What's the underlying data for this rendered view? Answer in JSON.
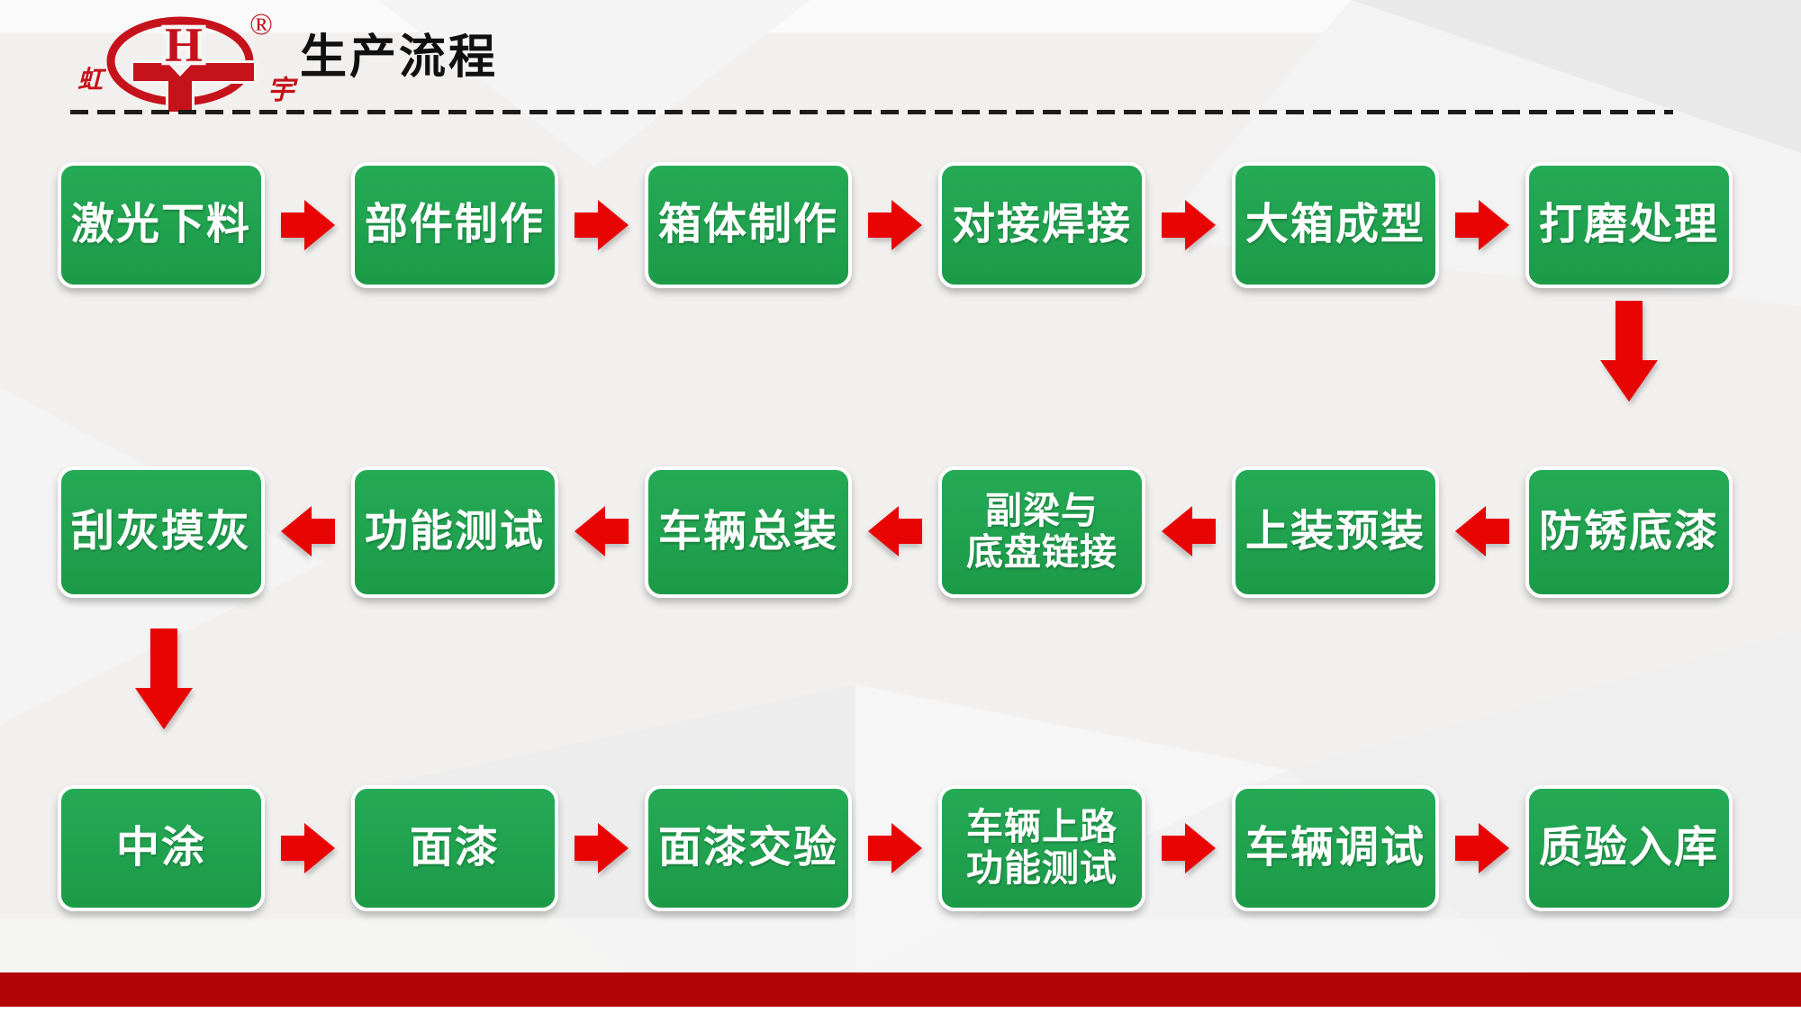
{
  "slide": {
    "title": "生产流程",
    "logo": {
      "monogram_h": "H",
      "registered_mark": "®",
      "left_char": "虹",
      "right_char": "宇"
    },
    "colors": {
      "box_green": "#1fa24e",
      "arrow_red": "#e90404",
      "logo_red": "#c5121b",
      "footer_red": "#b30406",
      "divider_black": "#1c1c1c",
      "background_gray": "#f1f0ef"
    },
    "rows": [
      {
        "direction": "left_to_right",
        "boxes": [
          {
            "lines": [
              "激光下料"
            ]
          },
          {
            "lines": [
              "部件制作"
            ]
          },
          {
            "lines": [
              "箱体制作"
            ]
          },
          {
            "lines": [
              "对接焊接"
            ]
          },
          {
            "lines": [
              "大箱成型"
            ]
          },
          {
            "lines": [
              "打磨处理"
            ]
          }
        ]
      },
      {
        "direction": "right_to_left",
        "boxes": [
          {
            "lines": [
              "刮灰摸灰"
            ]
          },
          {
            "lines": [
              "功能测试"
            ]
          },
          {
            "lines": [
              "车辆总装"
            ]
          },
          {
            "lines": [
              "副梁与",
              "底盘链接"
            ]
          },
          {
            "lines": [
              "上装预装"
            ]
          },
          {
            "lines": [
              "防锈底漆"
            ]
          }
        ]
      },
      {
        "direction": "left_to_right",
        "boxes": [
          {
            "lines": [
              "中涂"
            ]
          },
          {
            "lines": [
              "面漆"
            ]
          },
          {
            "lines": [
              "面漆交验"
            ]
          },
          {
            "lines": [
              "车辆上路",
              "功能测试"
            ]
          },
          {
            "lines": [
              "车辆调试"
            ]
          },
          {
            "lines": [
              "质验入库"
            ]
          }
        ]
      }
    ]
  }
}
